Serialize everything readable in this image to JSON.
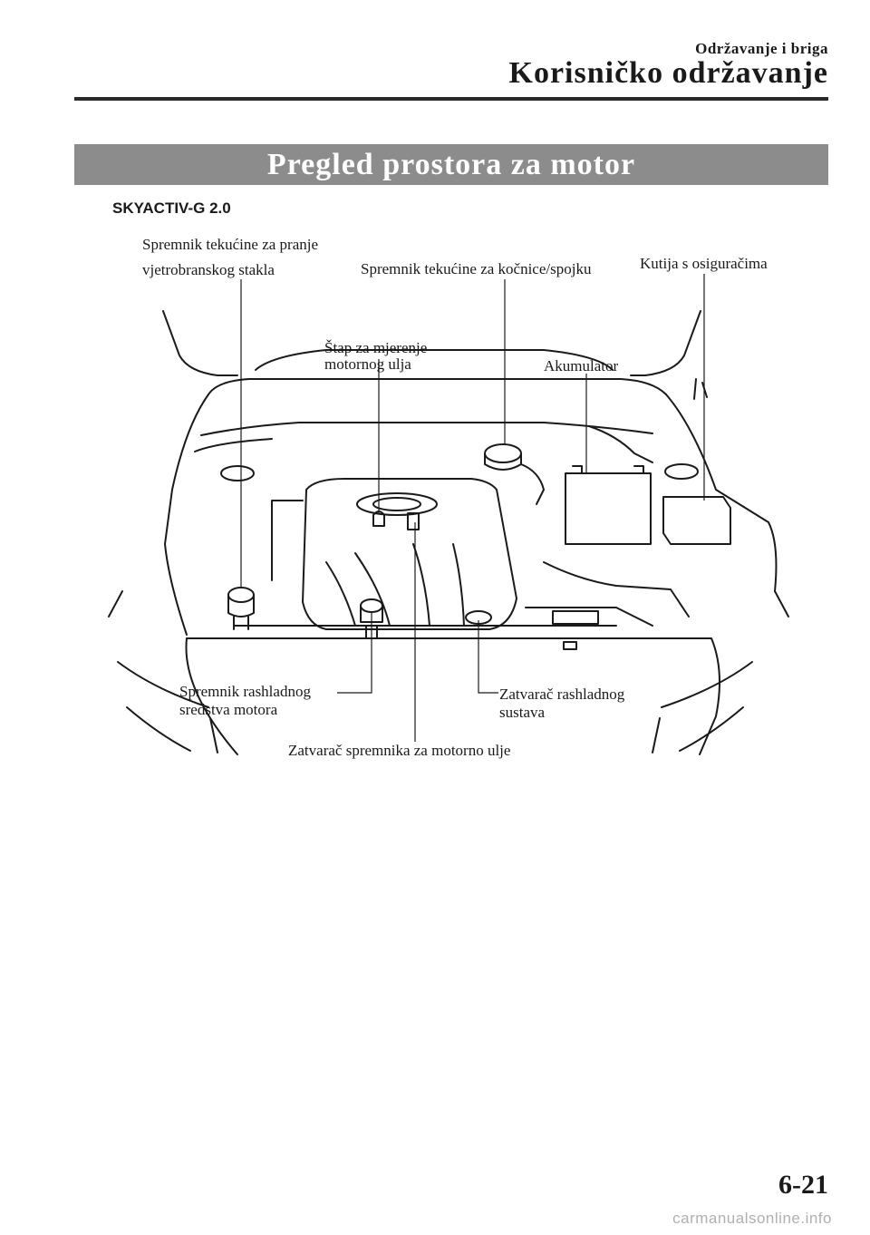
{
  "header": {
    "section": "Održavanje i briga",
    "chapter": "Korisničko održavanje"
  },
  "banner": {
    "title": "Pregled prostora za motor"
  },
  "variant": "SKYACTIV-G 2.0",
  "labels": {
    "washer_tank_1": "Spremnik tekućine za pranje",
    "washer_tank_2": "vjetrobranskog stakla",
    "brake_fluid": "Spremnik tekućine za kočnice/spojku",
    "fuse_box": "Kutija s osiguračima",
    "dipstick_1": "Štap za mjerenje",
    "dipstick_2": "motornog ulja",
    "battery": "Akumulator",
    "coolant_tank_1": "Spremnik rashladnog",
    "coolant_tank_2": "sredstva motora",
    "cooling_cap_1": "Zatvarač rashladnog",
    "cooling_cap_2": "sustava",
    "oil_cap": "Zatvarač spremnika za motorno ulje"
  },
  "footer": {
    "page_number": "6-21",
    "watermark": "carmanualsonline.info"
  }
}
